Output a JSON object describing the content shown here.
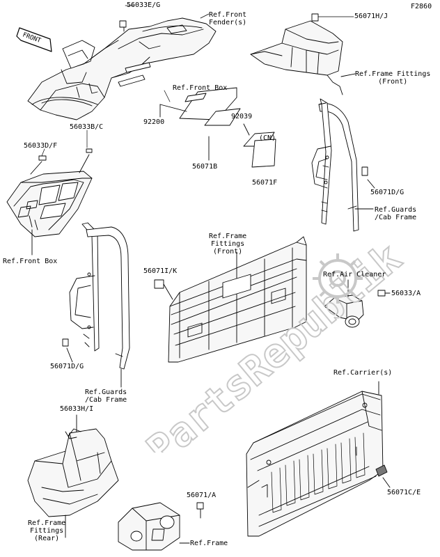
{
  "figure_code": "F2860",
  "front_badge": "FRONT",
  "watermark": "PartsRepublik",
  "labels": {
    "l_56033EG": "56033E/G",
    "l_front_fender": "Ref.Front\nFender(s)",
    "l_56071HJ": "56071H/J",
    "l_frame_fittings_front_r": "Ref.Frame Fittings\n(Front)",
    "l_front_box_top": "Ref.Front Box",
    "l_92200": "92200",
    "l_92039": "92039",
    "l_cn": "(CN)",
    "l_56071B": "56071B",
    "l_56071F": "56071F",
    "l_56033DF": "56033D/F",
    "l_56033BC": "56033B/C",
    "l_56071DG_r": "56071D/G",
    "l_guards_r": "Ref.Guards\n/Cab Frame",
    "l_front_box_left": "Ref.Front Box",
    "l_frame_fittings_front_c": "Ref.Frame\nFittings\n(Front)",
    "l_56071IK": "56071I/K",
    "l_air_cleaner": "Ref.Air Cleaner",
    "l_56033A": "56033/A",
    "l_56071DG_l": "56071D/G",
    "l_guards_l": "Ref.Guards\n/Cab Frame",
    "l_carriers": "Ref.Carrier(s)",
    "l_56033HI": "56033H/I",
    "l_56071A": "56071/A",
    "l_56071CE": "56071C/E",
    "l_frame_fittings_rear": "Ref.Frame\nFittings\n(Rear)",
    "l_ref_frame": "Ref.Frame"
  }
}
